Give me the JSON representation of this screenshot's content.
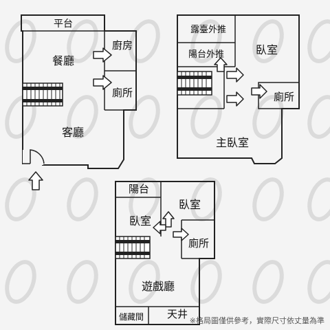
{
  "floor1": {
    "platform": "平台",
    "dining": "餐廳",
    "kitchen": "廚房",
    "toilet": "廁所",
    "living": "客廳"
  },
  "floor2": {
    "terrace_ext": "露臺外推",
    "balcony_ext": "陽台外推",
    "bedroom": "臥室",
    "toilet": "廁所",
    "master_bedroom": "主臥室"
  },
  "floor3": {
    "balcony": "陽台",
    "bedroom_right": "臥室",
    "bedroom_left": "臥室",
    "toilet": "廁所",
    "game_room": "遊戲廳",
    "storage": "儲藏間",
    "skylight": "天井"
  },
  "disclaimer": "※格局圖僅供參考，實際尺寸依丈量為準",
  "watermark": "logo-watermark"
}
